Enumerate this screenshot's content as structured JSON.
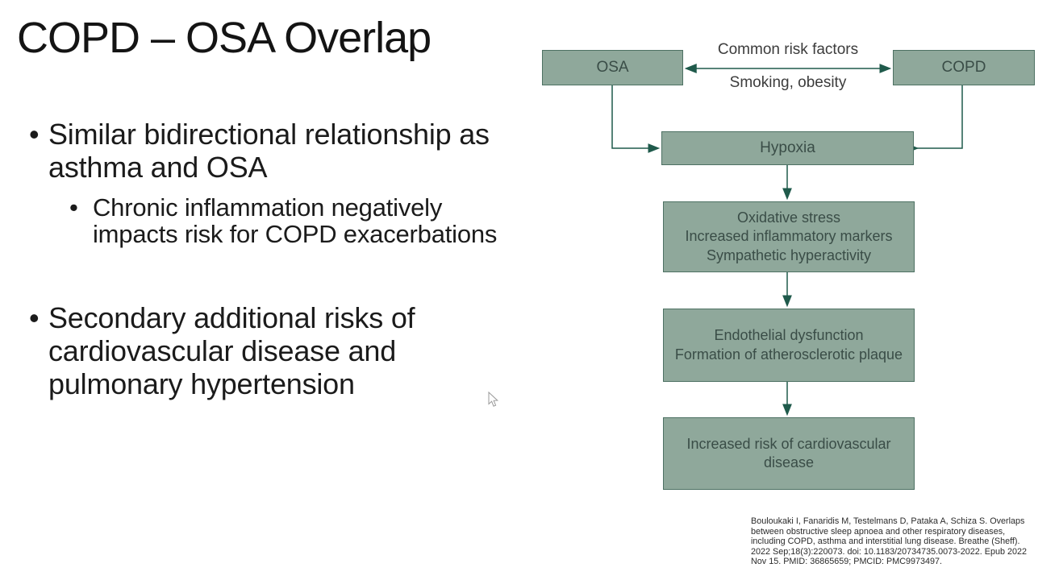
{
  "slide": {
    "title": "COPD – OSA Overlap",
    "bullets": {
      "b1": "Similar bidirectional relationship as asthma and OSA",
      "b1_sub": "Chronic inflammation negatively impacts risk for COPD exacerbations",
      "b2": "Secondary additional risks of cardiovascular disease and pulmonary hypertension"
    }
  },
  "diagram": {
    "nodes": {
      "osa": "OSA",
      "copd": "COPD",
      "hypoxia": "Hypoxia",
      "oxidative": "Oxidative stress\nIncreased inflammatory markers\nSympathetic hyperactivity",
      "endothelial": "Endothelial dysfunction\nFormation of atherosclerotic plaque",
      "cvd": "Increased risk of cardiovascular\ndisease"
    },
    "edge_labels": {
      "common": "Common risk factors",
      "smoking": "Smoking, obesity"
    },
    "flow": "OSA & COPD -> Hypoxia -> Oxidative stress -> Endothelial dysfunction -> Increased cardiovascular risk"
  },
  "citation": "Bouloukaki I, Fanaridis M, Testelmans D, Pataka A, Schiza S. Overlaps between obstructive sleep apnoea and other respiratory diseases, including COPD, asthma and interstitial lung disease. Breathe (Sheff). 2022 Sep;18(3):220073. doi: 10.1183/20734735.0073-2022. Epub 2022 Nov 15. PMID: 36865659; PMCID: PMC9973497.",
  "colors": {
    "box_fill": "#8FA89B",
    "box_border": "#4D7163",
    "arrow": "#1F5A4B",
    "box_text": "#3A4D47",
    "label_text": "#3C3C3C",
    "body_text": "#1B1B1B",
    "citation_text": "#2B2B2B",
    "background": "#FFFFFF"
  }
}
